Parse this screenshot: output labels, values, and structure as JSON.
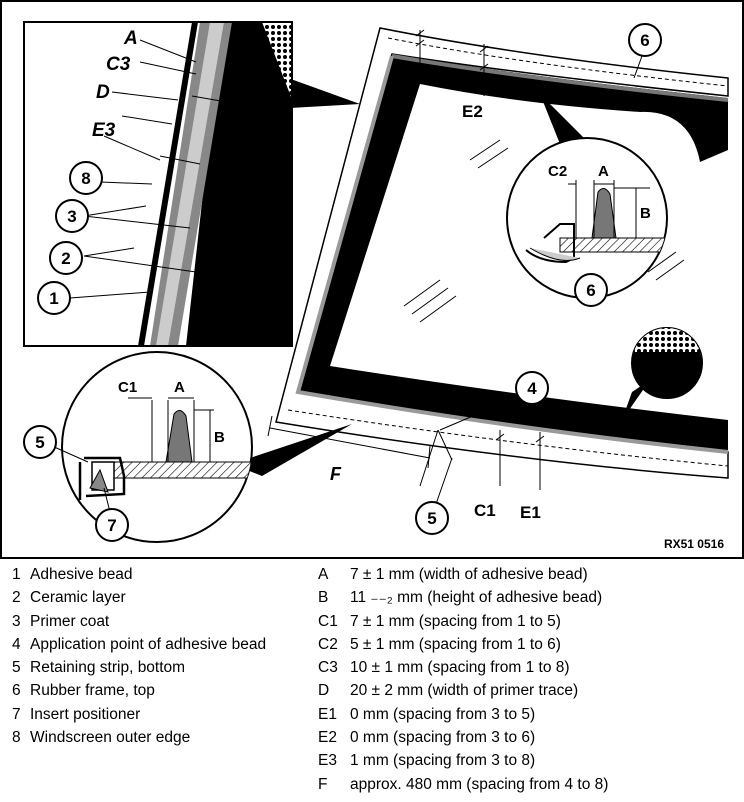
{
  "figure": {
    "ref_code": "RX51 0516",
    "callouts": {
      "main_6": "6",
      "main_4": "4",
      "main_5": "5",
      "inset_top_6": "6",
      "inset_bottom_5": "5",
      "inset_bottom_7": "7",
      "mag_8": "8",
      "mag_3": "3",
      "mag_2": "2",
      "mag_1": "1"
    },
    "dim_labels": {
      "mag_A": "A",
      "mag_C3": "C3",
      "mag_D": "D",
      "mag_E3": "E3",
      "top_C2": "C2",
      "top_E2": "E2",
      "inset_top_C2": "C2",
      "inset_top_A": "A",
      "inset_top_B": "B",
      "inset_bottom_C1": "C1",
      "inset_bottom_A": "A",
      "inset_bottom_B": "B",
      "bottom_C1": "C1",
      "bottom_E1": "E1",
      "bottom_F": "F"
    }
  },
  "legend_left": [
    {
      "num": "1",
      "text": "Adhesive bead"
    },
    {
      "num": "2",
      "text": "Ceramic layer"
    },
    {
      "num": "3",
      "text": "Primer coat"
    },
    {
      "num": "4",
      "text": "Application point of adhesive bead"
    },
    {
      "num": "5",
      "text": "Retaining strip, bottom"
    },
    {
      "num": "6",
      "text": "Rubber frame, top"
    },
    {
      "num": "7",
      "text": "Insert positioner"
    },
    {
      "num": "8",
      "text": "Windscreen outer edge"
    }
  ],
  "legend_right": [
    {
      "key": "A",
      "text": "7 ± 1 mm (width of adhesive bead)"
    },
    {
      "key": "B",
      "text": "11 ₋₋₂ mm (height of adhesive bead)"
    },
    {
      "key": "C1",
      "text": "7 ± 1 mm (spacing from 1 to 5)"
    },
    {
      "key": "C2",
      "text": "5 ± 1 mm (spacing from 1 to 6)"
    },
    {
      "key": "C3",
      "text": "10 ± 1 mm (spacing from 1 to 8)"
    },
    {
      "key": "D",
      "text": "20 ± 2 mm (width of primer trace)"
    },
    {
      "key": "E1",
      "text": "0 mm (spacing from 3 to 5)"
    },
    {
      "key": "E2",
      "text": "0 mm (spacing from 3 to 6)"
    },
    {
      "key": "E3",
      "text": "1 mm (spacing from 3 to 8)"
    },
    {
      "key": "F",
      "text": "approx. 480 mm (spacing from 4 to 8)"
    }
  ]
}
